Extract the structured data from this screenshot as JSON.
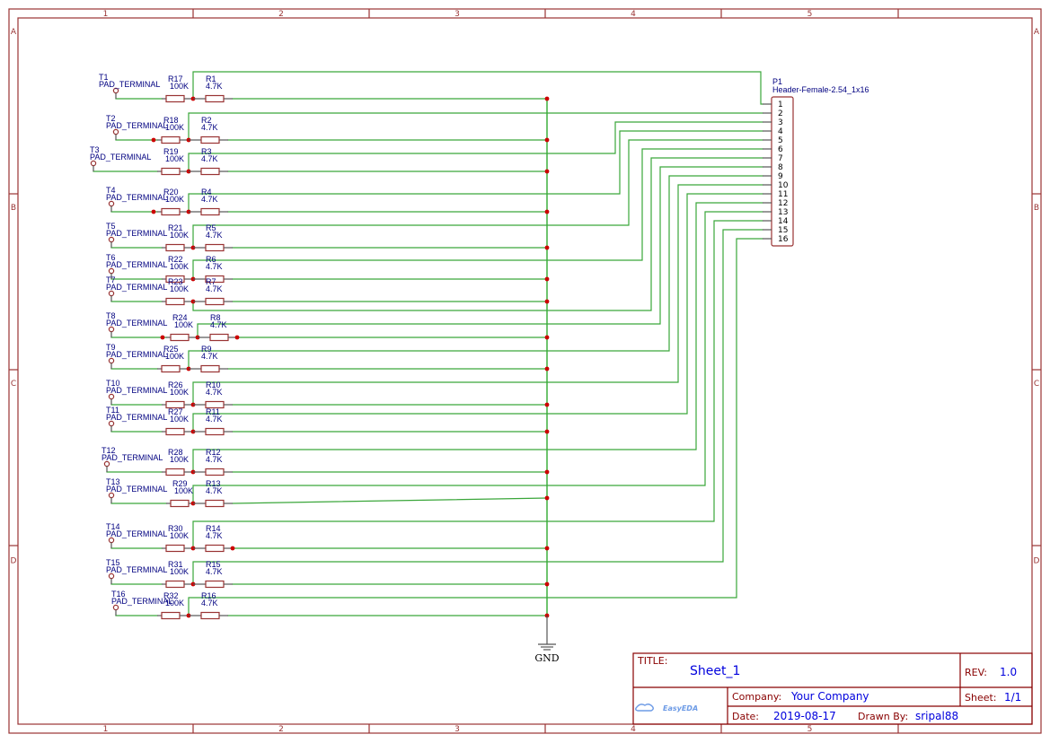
{
  "app": "EasyEDA schematic",
  "frame": {
    "columns": [
      "1",
      "2",
      "3",
      "4",
      "5",
      ""
    ],
    "rows": [
      "A",
      "B",
      "C",
      "D"
    ]
  },
  "colors": {
    "wire": "#3aa63a",
    "junction": "#cc0000",
    "component": "#993333",
    "label": "#000080",
    "frame": "#993333",
    "titleblock_key": "#880000",
    "titleblock_value": "#0000dd"
  },
  "header": {
    "designator": "P1",
    "part": "Header-Female-2.54_1x16",
    "pins": [
      "1",
      "2",
      "3",
      "4",
      "5",
      "6",
      "7",
      "8",
      "9",
      "10",
      "11",
      "12",
      "13",
      "14",
      "15",
      "16"
    ]
  },
  "channels": [
    {
      "terminal": "T1",
      "terminal_value": "PAD_TERMINAL",
      "r_series": "R17",
      "r_series_value": "100K",
      "r_pull": "R1",
      "r_pull_value": "4.7K",
      "header_pin": "1"
    },
    {
      "terminal": "T2",
      "terminal_value": "PAD_TERMINAL",
      "r_series": "R18",
      "r_series_value": "100K",
      "r_pull": "R2",
      "r_pull_value": "4.7K",
      "header_pin": "2"
    },
    {
      "terminal": "T3",
      "terminal_value": "PAD_TERMINAL",
      "r_series": "R19",
      "r_series_value": "100K",
      "r_pull": "R3",
      "r_pull_value": "4.7K",
      "header_pin": "3"
    },
    {
      "terminal": "T4",
      "terminal_value": "PAD_TERMINAL",
      "r_series": "R20",
      "r_series_value": "100K",
      "r_pull": "R4",
      "r_pull_value": "4.7K",
      "header_pin": "4"
    },
    {
      "terminal": "T5",
      "terminal_value": "PAD_TERMINAL",
      "r_series": "R21",
      "r_series_value": "100K",
      "r_pull": "R5",
      "r_pull_value": "4.7K",
      "header_pin": "5"
    },
    {
      "terminal": "T6",
      "terminal_value": "PAD_TERMINAL",
      "r_series": "R22",
      "r_series_value": "100K",
      "r_pull": "R6",
      "r_pull_value": "4.7K",
      "header_pin": "6"
    },
    {
      "terminal": "T7",
      "terminal_value": "PAD_TERMINAL",
      "r_series": "R23",
      "r_series_value": "100K",
      "r_pull": "R7",
      "r_pull_value": "4.7K",
      "header_pin": "7"
    },
    {
      "terminal": "T8",
      "terminal_value": "PAD_TERMINAL",
      "r_series": "R24",
      "r_series_value": "100K",
      "r_pull": "R8",
      "r_pull_value": "4.7K",
      "header_pin": "8"
    },
    {
      "terminal": "T9",
      "terminal_value": "PAD_TERMINAL",
      "r_series": "R25",
      "r_series_value": "100K",
      "r_pull": "R9",
      "r_pull_value": "4.7K",
      "header_pin": "9"
    },
    {
      "terminal": "T10",
      "terminal_value": "PAD_TERMINAL",
      "r_series": "R26",
      "r_series_value": "100K",
      "r_pull": "R10",
      "r_pull_value": "4.7K",
      "header_pin": "10"
    },
    {
      "terminal": "T11",
      "terminal_value": "PAD_TERMINAL",
      "r_series": "R27",
      "r_series_value": "100K",
      "r_pull": "R11",
      "r_pull_value": "4.7K",
      "header_pin": "11"
    },
    {
      "terminal": "T12",
      "terminal_value": "PAD_TERMINAL",
      "r_series": "R28",
      "r_series_value": "100K",
      "r_pull": "R12",
      "r_pull_value": "4.7K",
      "header_pin": "12"
    },
    {
      "terminal": "T13",
      "terminal_value": "PAD_TERMINAL",
      "r_series": "R29",
      "r_series_value": "100K",
      "r_pull": "R13",
      "r_pull_value": "4.7K",
      "header_pin": "13"
    },
    {
      "terminal": "T14",
      "terminal_value": "PAD_TERMINAL",
      "r_series": "R30",
      "r_series_value": "100K",
      "r_pull": "R14",
      "r_pull_value": "4.7K",
      "header_pin": "14"
    },
    {
      "terminal": "T15",
      "terminal_value": "PAD_TERMINAL",
      "r_series": "R31",
      "r_series_value": "100K",
      "r_pull": "R15",
      "r_pull_value": "4.7K",
      "header_pin": "15"
    },
    {
      "terminal": "T16",
      "terminal_value": "PAD_TERMINAL",
      "r_series": "R32",
      "r_series_value": "100K",
      "r_pull": "R16",
      "r_pull_value": "4.7K",
      "header_pin": "16"
    }
  ],
  "ground": {
    "label": "GND"
  },
  "title_block": {
    "title_key": "TITLE:",
    "title": "Sheet_1",
    "rev_key": "REV:",
    "rev": "1.0",
    "company_key": "Company:",
    "company": "Your Company",
    "sheet_key": "Sheet:",
    "sheet": "1/1",
    "date_key": "Date:",
    "date": "2019-08-17",
    "drawn_by_key": "Drawn By:",
    "drawn_by": "sripal88",
    "logo_text": "EasyEDA"
  }
}
